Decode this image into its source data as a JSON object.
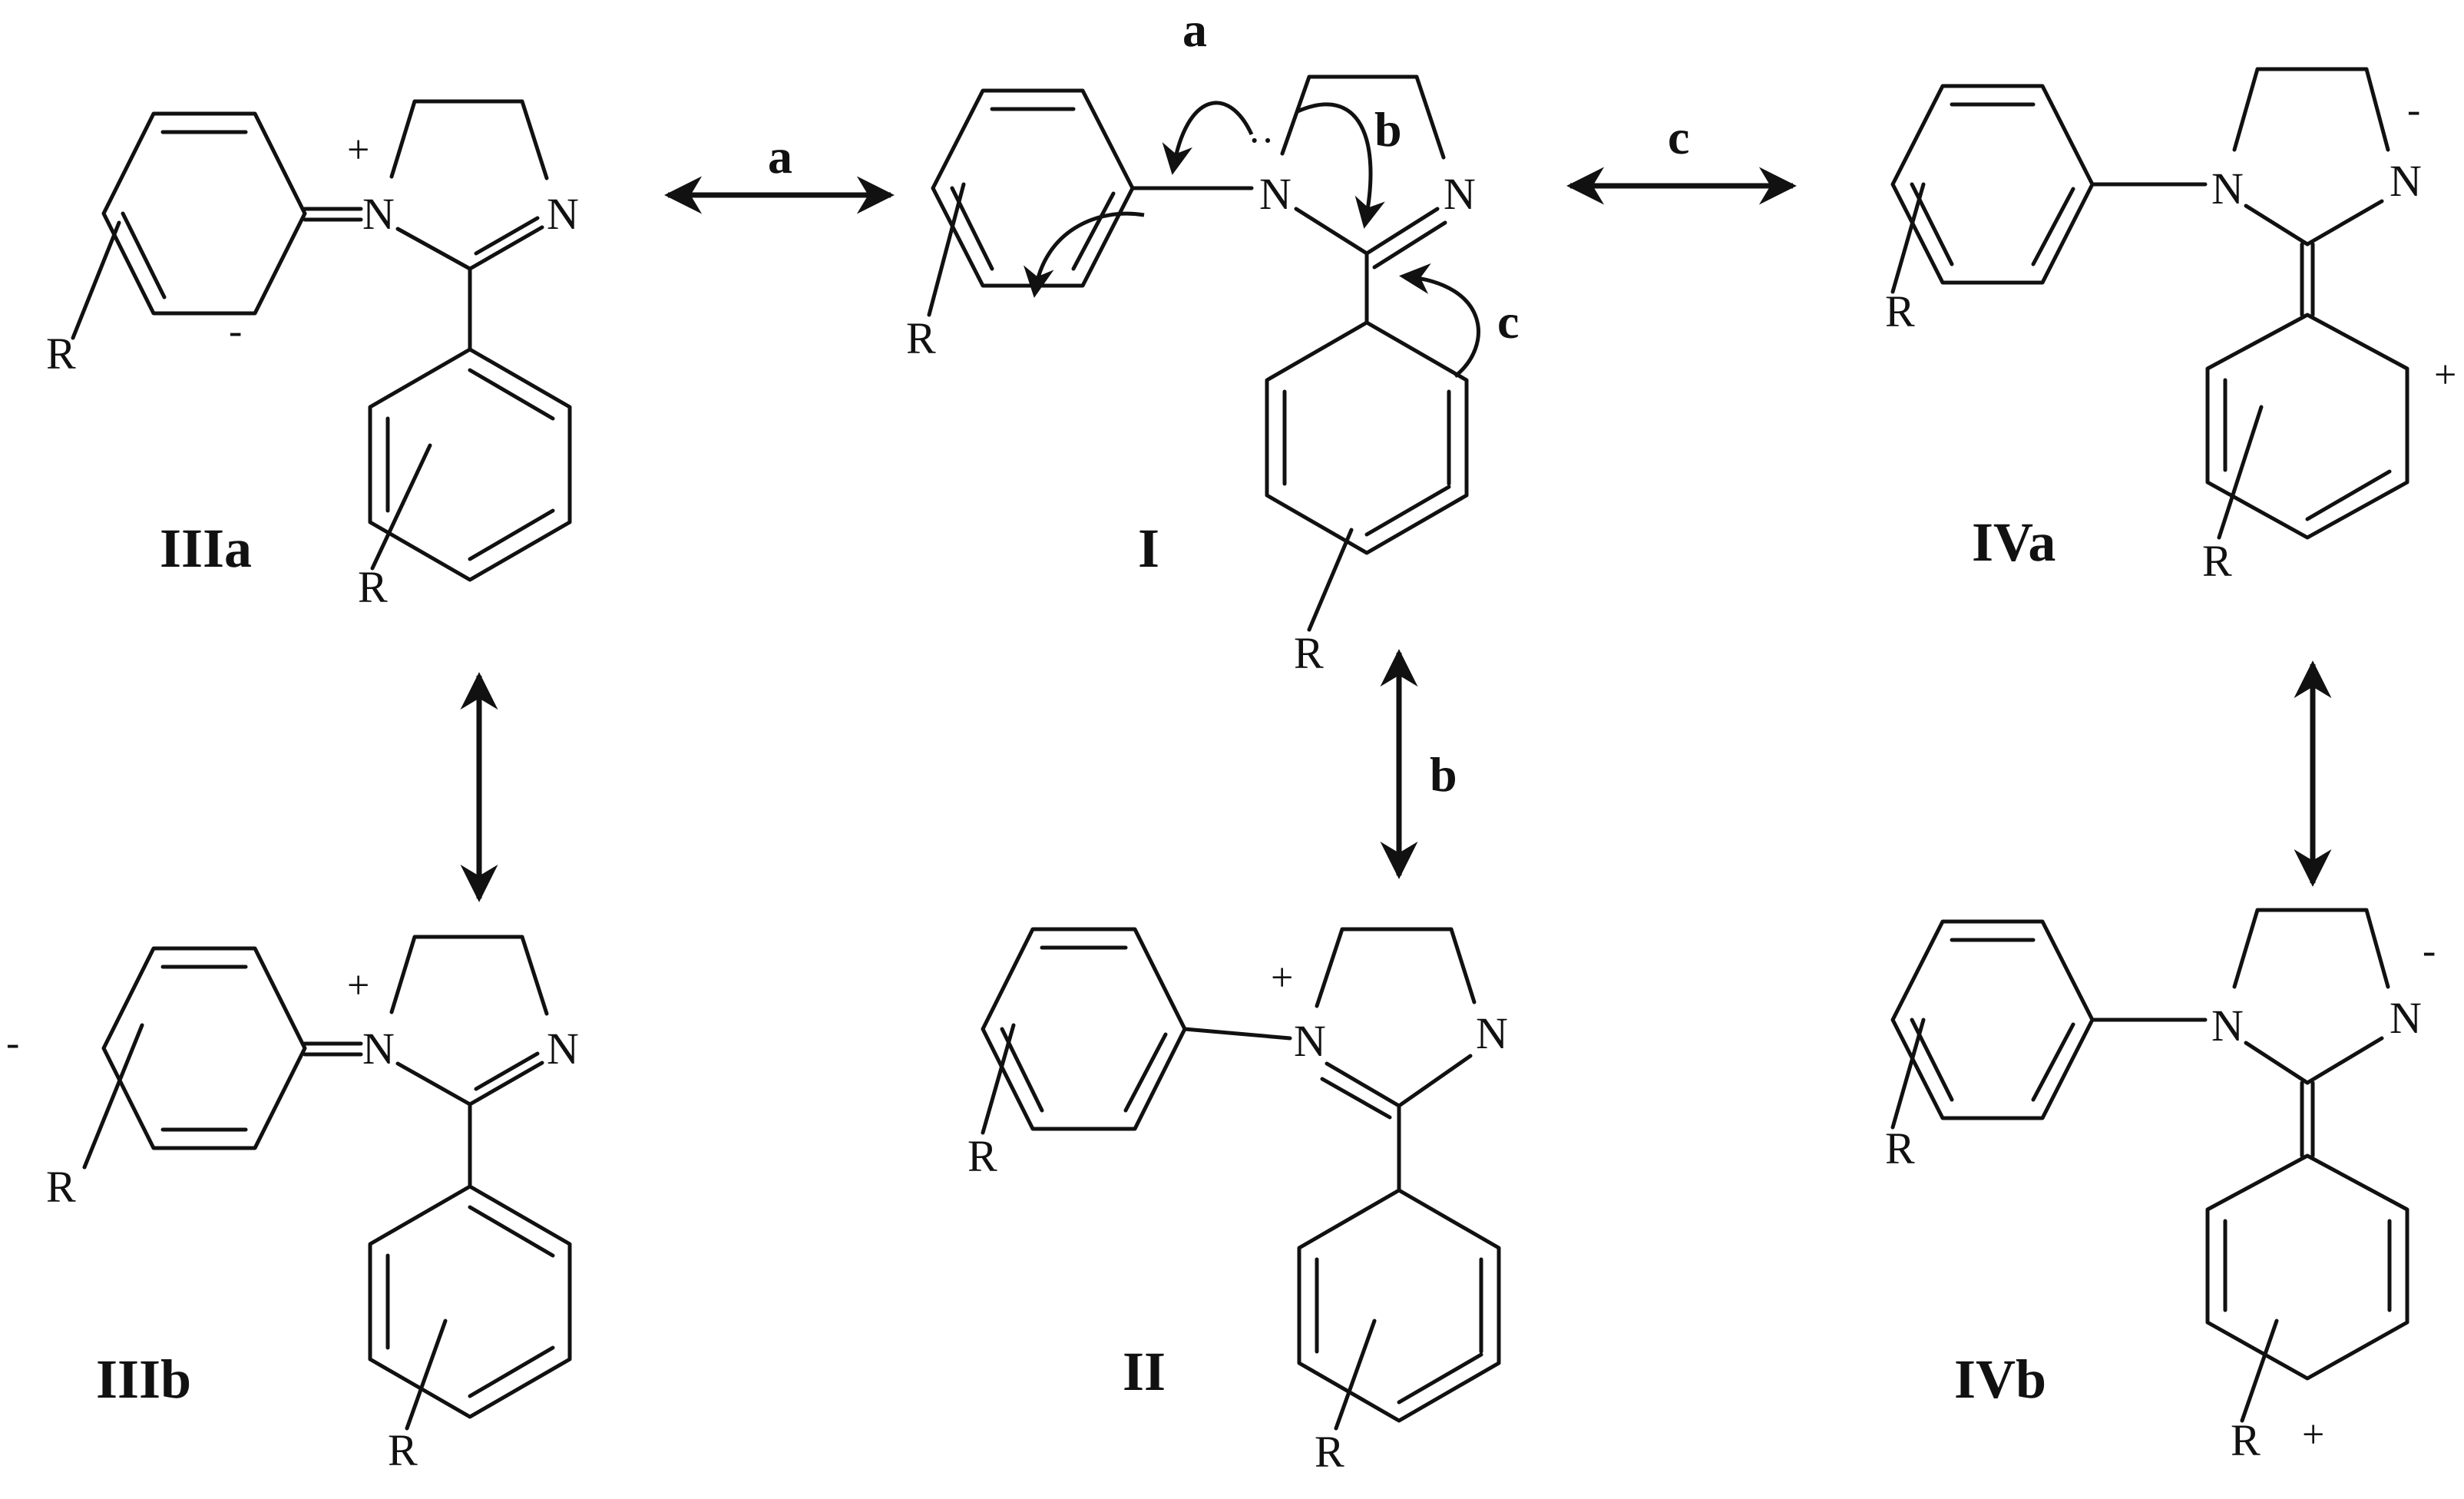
{
  "structures": {
    "I": {
      "label": "I",
      "n1": "N",
      "n3": "N",
      "r_top": "R",
      "r_bottom": "R",
      "lone_pair": "··"
    },
    "II": {
      "label": "II",
      "n1": "N",
      "n3": "N",
      "r_top": "R",
      "r_bottom": "R",
      "charge_plus": "+"
    },
    "IIIa": {
      "label": "IIIa",
      "n1": "N",
      "n3": "N",
      "r_top": "R",
      "r_bottom": "R",
      "charge_plus": "+",
      "charge_minus": "-"
    },
    "IIIb": {
      "label": "IIIb",
      "n1": "N",
      "n3": "N",
      "r_top": "R",
      "r_bottom": "R",
      "charge_plus": "+",
      "charge_minus": "-"
    },
    "IVa": {
      "label": "IVa",
      "n1": "N",
      "n3": "N",
      "r_top": "R",
      "r_bottom": "R",
      "charge_plus": "+",
      "charge_minus": "-"
    },
    "IVb": {
      "label": "IVb",
      "n1": "N",
      "n3": "N",
      "r_top": "R",
      "r_bottom": "R",
      "charge_plus": "+",
      "charge_minus": "-"
    }
  },
  "pathways": {
    "a": "a",
    "b": "b",
    "c": "c"
  },
  "electron_arrows": {
    "a": "a",
    "b": "b",
    "c": "c"
  }
}
